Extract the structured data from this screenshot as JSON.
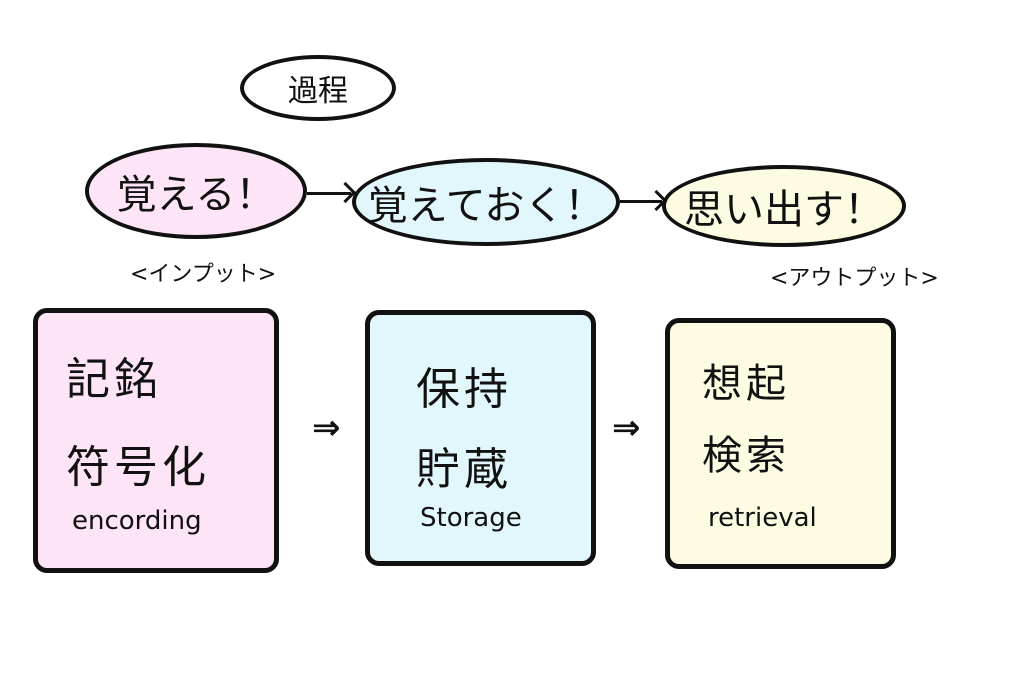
{
  "title": "過程",
  "stages": [
    {
      "phrase": "覚える！",
      "role_label": "<インプット>",
      "terms": [
        "記銘",
        "符号化"
      ],
      "english": "encording",
      "color": "#fde4f6"
    },
    {
      "phrase": "覚えておく！",
      "terms": [
        "保持",
        "貯蔵"
      ],
      "english": "Storage",
      "color": "#e2f7fb"
    },
    {
      "phrase": "思い出す！",
      "role_label": "<アウトプット>",
      "terms": [
        "想起",
        "検索"
      ],
      "english": "retrieval",
      "color": "#fdfbe1"
    }
  ],
  "connector": "⇒"
}
